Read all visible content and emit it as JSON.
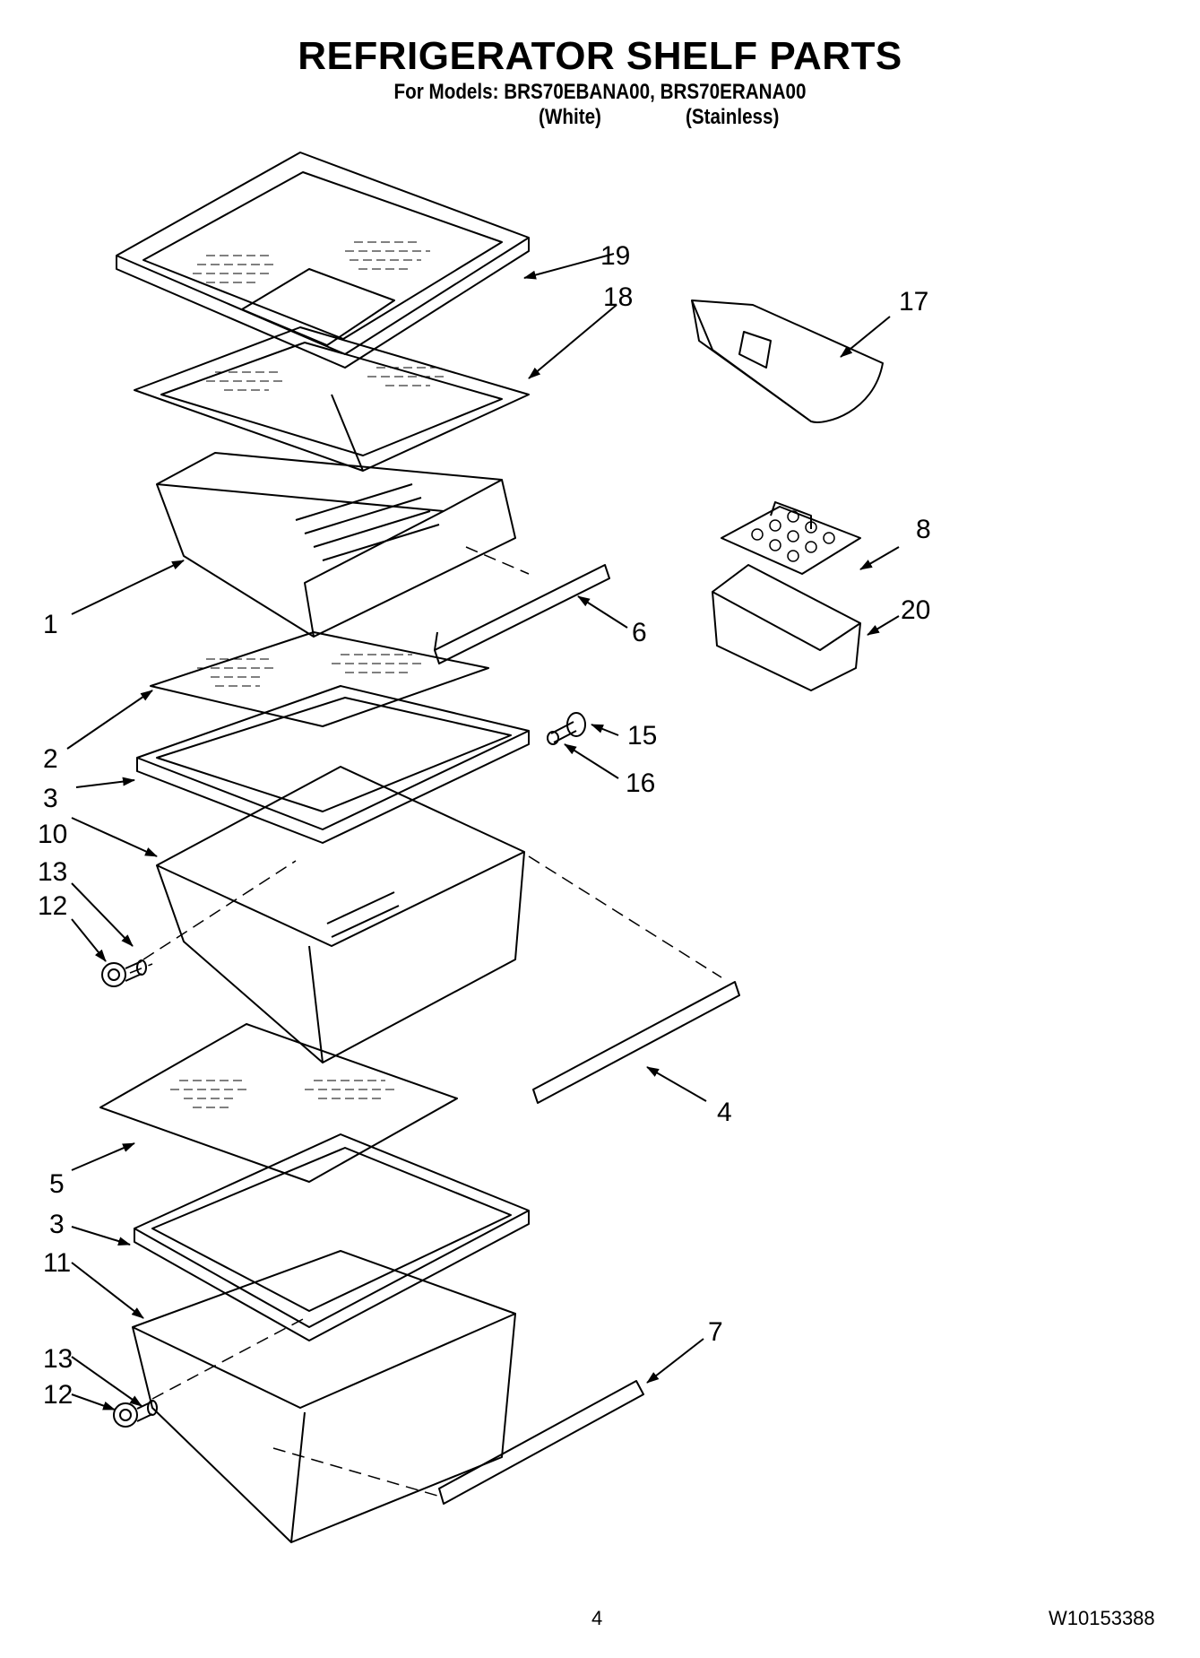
{
  "header": {
    "title": "REFRIGERATOR SHELF PARTS",
    "models_line": "For Models: BRS70EBANA00, BRS70ERANA00",
    "variant_white": "(White)",
    "variant_stainless": "(Stainless)"
  },
  "callouts": {
    "c1": "1",
    "c2": "2",
    "c3a": "3",
    "c3b": "3",
    "c4": "4",
    "c5": "5",
    "c6": "6",
    "c7": "7",
    "c8": "8",
    "c10": "10",
    "c11": "11",
    "c12a": "12",
    "c12b": "12",
    "c13a": "13",
    "c13b": "13",
    "c15": "15",
    "c16": "16",
    "c17": "17",
    "c18": "18",
    "c19": "19",
    "c20": "20"
  },
  "footer": {
    "page_number": "4",
    "doc_number": "W10153388"
  }
}
